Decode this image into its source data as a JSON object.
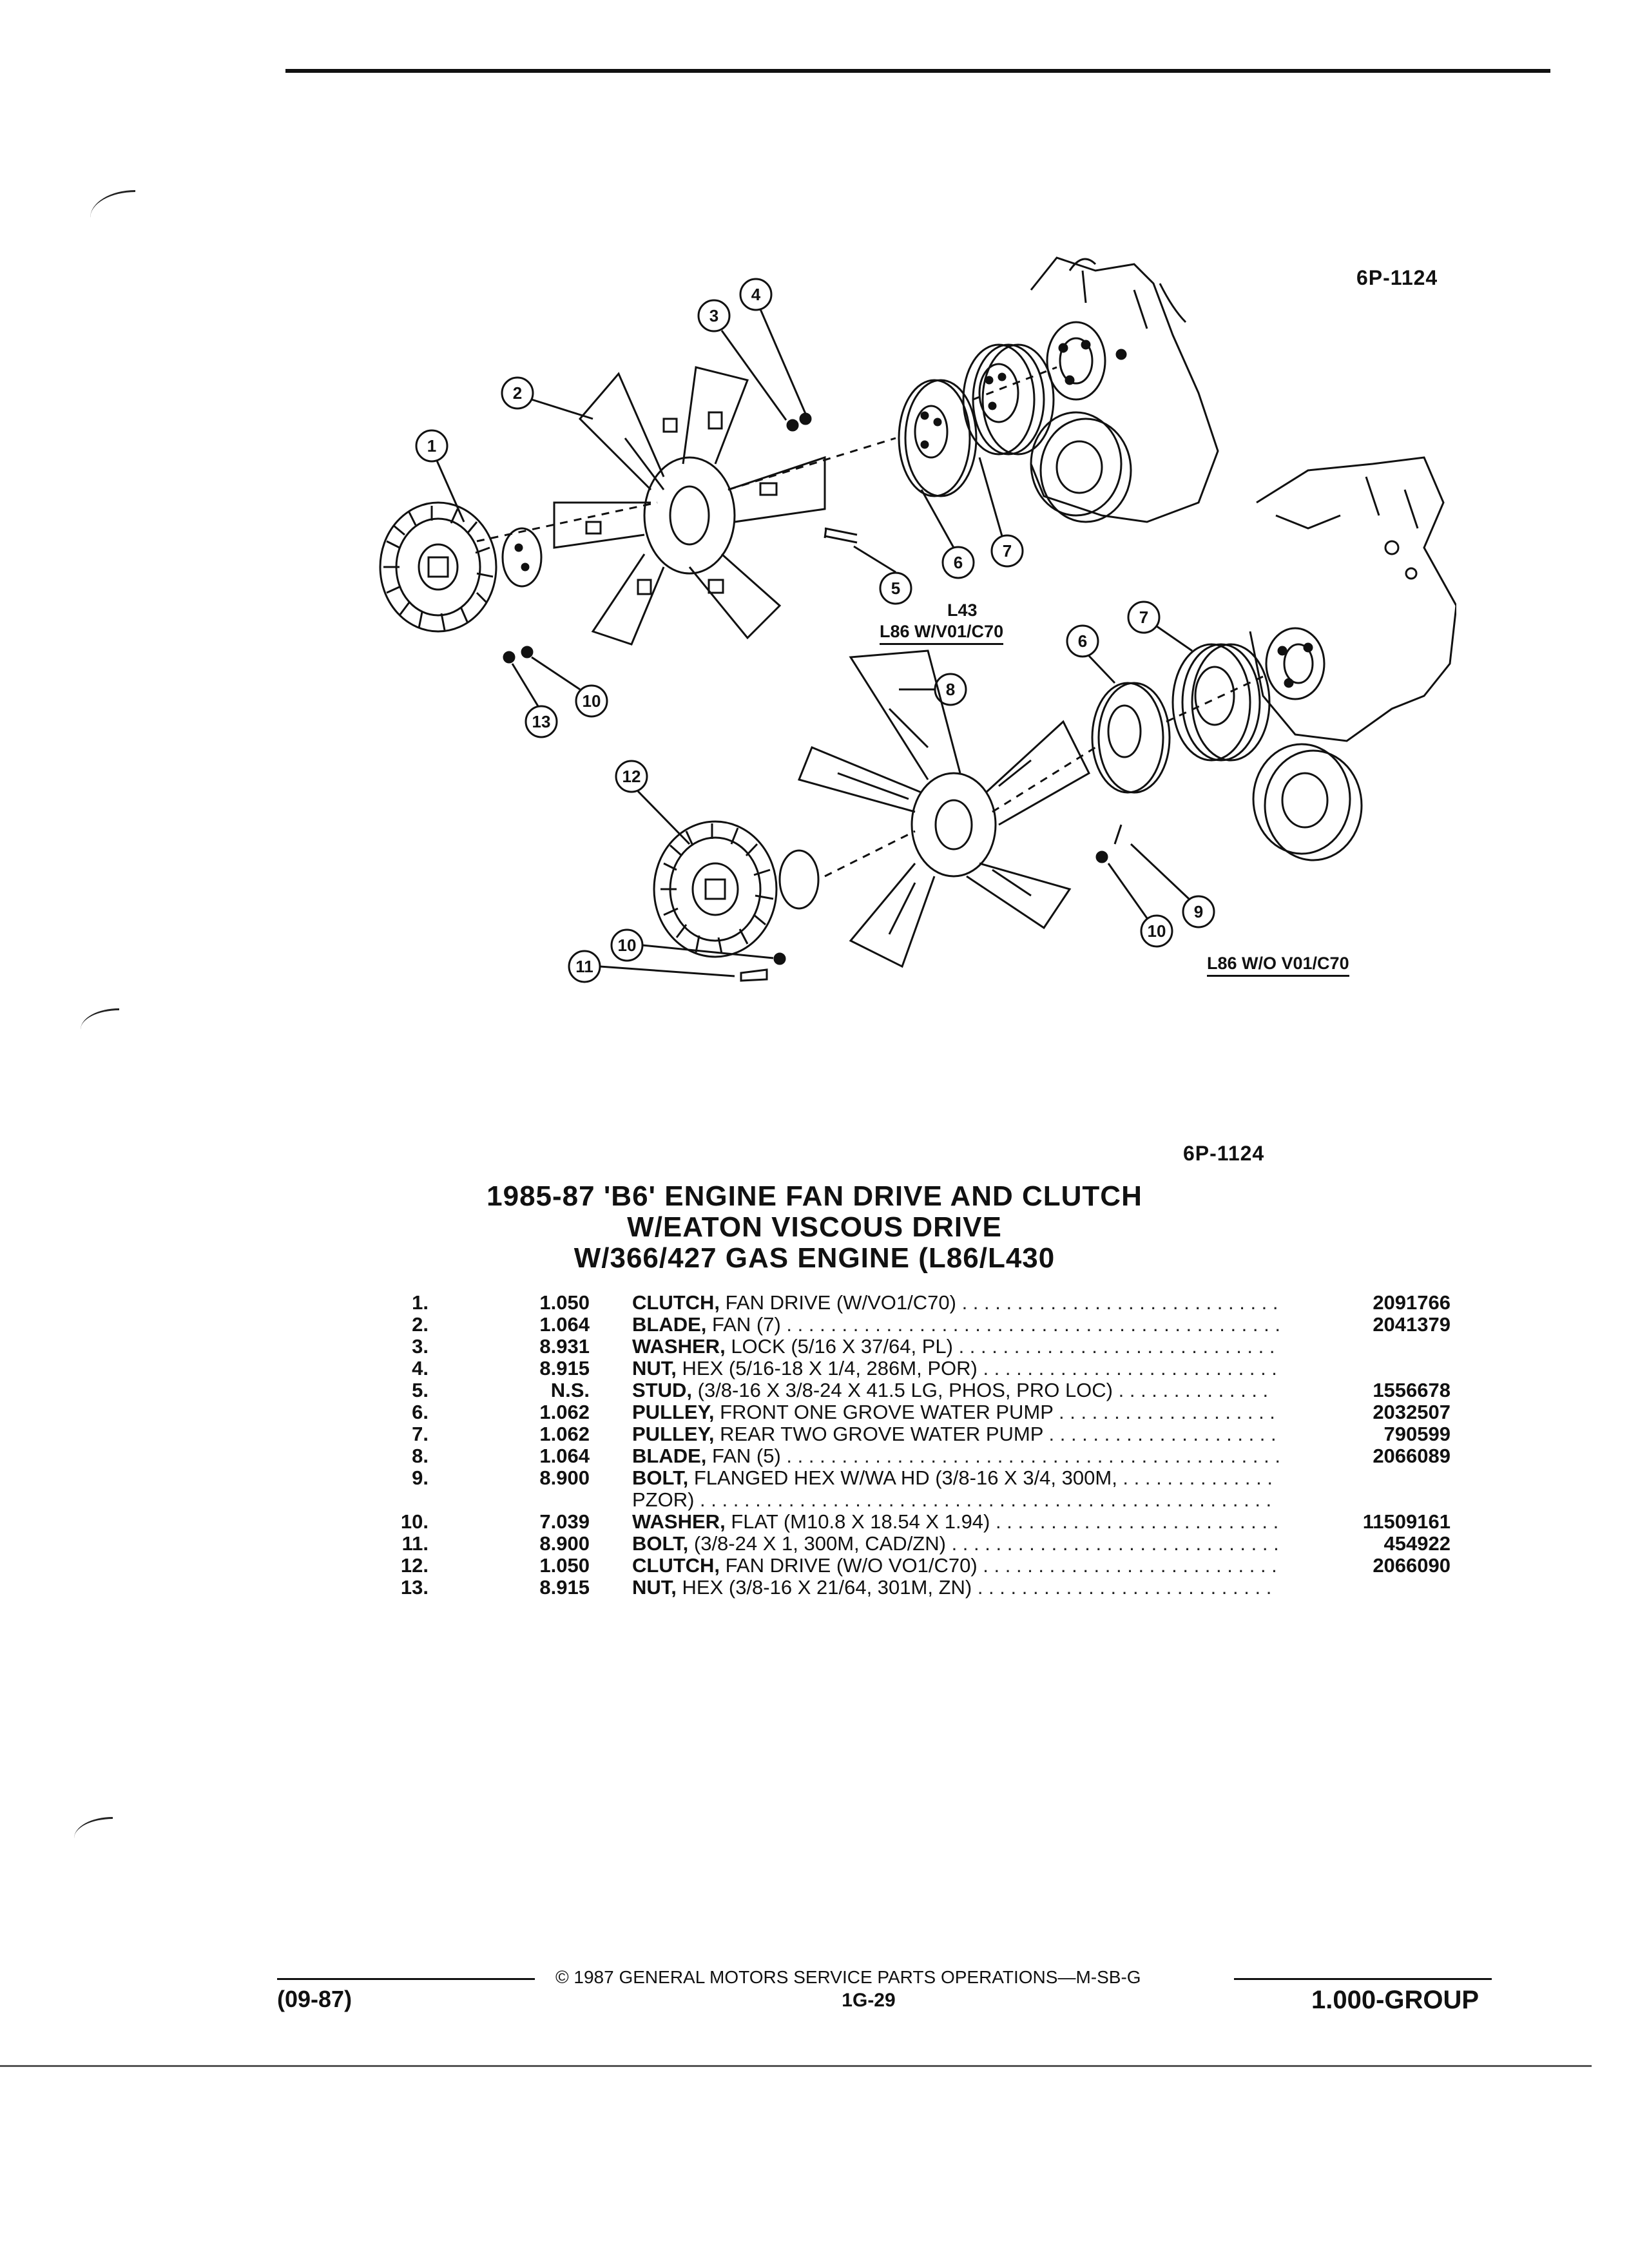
{
  "figure": {
    "ref_top": "6P-1124",
    "ref_bottom": "6P-1124",
    "label_upper_1": "L43",
    "label_upper_2": "L86 W/V01/C70",
    "label_lower": "L86 W/O V01/C70",
    "callouts": [
      "1",
      "2",
      "3",
      "4",
      "5",
      "6",
      "7",
      "8",
      "9",
      "10",
      "11",
      "12",
      "13"
    ]
  },
  "title": {
    "line1": "1985-87 'B6' ENGINE FAN DRIVE AND CLUTCH",
    "line2": "W/EATON VISCOUS DRIVE",
    "line3": "W/366/427 GAS ENGINE (L86/L430"
  },
  "parts": [
    {
      "num": "1.",
      "code": "1.050",
      "key": "CLUTCH,",
      "desc": "FAN DRIVE (W/VO1/C70)",
      "pn": "2091766"
    },
    {
      "num": "2.",
      "code": "1.064",
      "key": "BLADE,",
      "desc": "FAN (7)",
      "pn": "2041379"
    },
    {
      "num": "3.",
      "code": "8.931",
      "key": "WASHER,",
      "desc": "LOCK (5/16 X 37/64, PL)",
      "pn": ""
    },
    {
      "num": "4.",
      "code": "8.915",
      "key": "NUT,",
      "desc": "HEX (5/16-18 X 1/4, 286M, POR)",
      "pn": ""
    },
    {
      "num": "5.",
      "code": "N.S.",
      "key": "STUD,",
      "desc": "(3/8-16 X 3/8-24 X 41.5 LG, PHOS, PRO LOC)",
      "pn": "1556678"
    },
    {
      "num": "6.",
      "code": "1.062",
      "key": "PULLEY,",
      "desc": "FRONT ONE GROVE WATER PUMP",
      "pn": "2032507"
    },
    {
      "num": "7.",
      "code": "1.062",
      "key": "PULLEY,",
      "desc": "REAR TWO GROVE WATER PUMP",
      "pn": "790599"
    },
    {
      "num": "8.",
      "code": "1.064",
      "key": "BLADE,",
      "desc": "FAN (5)",
      "pn": "2066089"
    },
    {
      "num": "9.",
      "code": "8.900",
      "key": "BOLT,",
      "desc": "FLANGED HEX W/WA HD (3/8-16 X 3/4, 300M,",
      "pn": ""
    },
    {
      "num": "",
      "code": "",
      "key": "",
      "desc": "PZOR)",
      "pn": ""
    },
    {
      "num": "10.",
      "code": "7.039",
      "key": "WASHER,",
      "desc": "FLAT (M10.8 X 18.54 X 1.94)",
      "pn": "11509161"
    },
    {
      "num": "11.",
      "code": "8.900",
      "key": "BOLT,",
      "desc": "(3/8-24 X 1, 300M, CAD/ZN)",
      "pn": "454922"
    },
    {
      "num": "12.",
      "code": "1.050",
      "key": "CLUTCH,",
      "desc": "FAN DRIVE (W/O VO1/C70)",
      "pn": "2066090"
    },
    {
      "num": "13.",
      "code": "8.915",
      "key": "NUT,",
      "desc": "HEX (3/8-16 X 21/64, 301M, ZN)",
      "pn": ""
    }
  ],
  "footer": {
    "copyright": "© 1987 GENERAL MOTORS SERVICE PARTS OPERATIONS—M-SB-G",
    "date": "(09-87)",
    "page": "1G-29",
    "group": "1.000-GROUP"
  }
}
